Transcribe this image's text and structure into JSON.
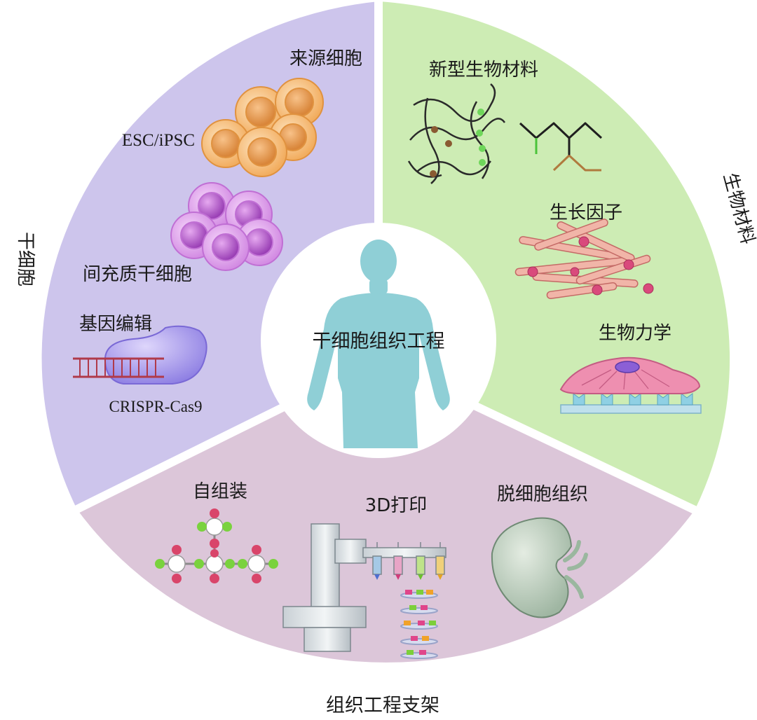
{
  "center": {
    "title": "干细胞组织工程"
  },
  "sectors": {
    "stem_cells": {
      "name": "干细胞",
      "items": {
        "source_cells": "来源细胞",
        "esc_ipsc": "ESC/iPSC",
        "msc": "间充质干细胞",
        "gene_editing": "基因编辑",
        "crispr": "CRISPR-Cas9"
      }
    },
    "biomaterials": {
      "name": "生物材料",
      "items": {
        "novel_materials": "新型生物材料",
        "growth_factors": "生长因子",
        "biomechanics": "生物力学"
      }
    },
    "scaffold": {
      "name": "组织工程支架",
      "items": {
        "self_assembly": "自组装",
        "printing_3d": "3D打印",
        "decellularized": "脱细胞组织"
      }
    }
  },
  "colors": {
    "stem_cells_sector": "#cdc5ec",
    "biomaterials_sector": "#cdecb4",
    "scaffold_sector": "#dcc6d9",
    "center_figure": "#8fcfd6",
    "orange_cell": "#f4b46a",
    "purple_cell": "#cf7be0"
  }
}
